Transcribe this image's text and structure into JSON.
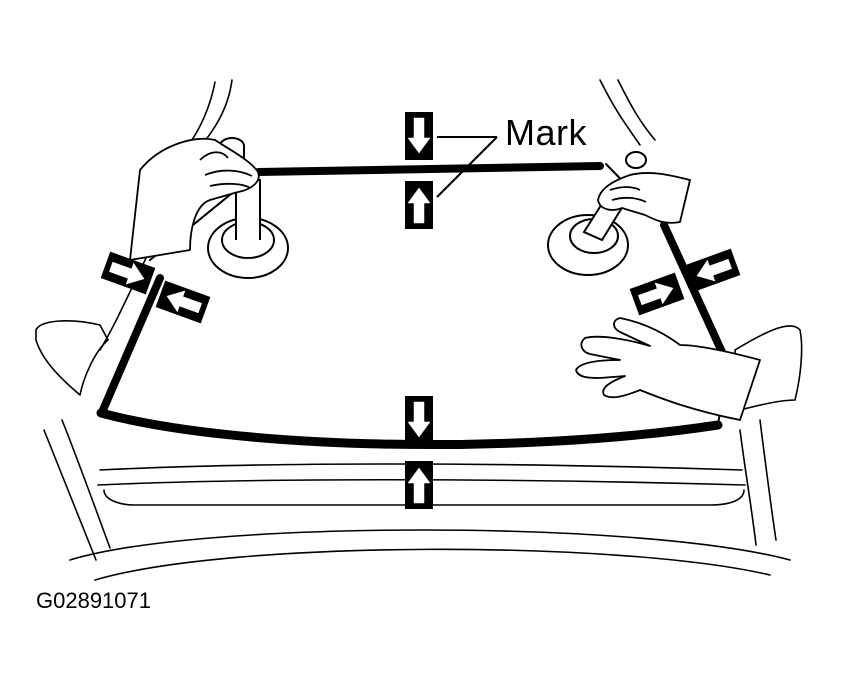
{
  "diagram": {
    "callout_label": "Mark",
    "figure_id": "G02891071",
    "colors": {
      "ink": "#000000",
      "paper": "#ffffff"
    },
    "markers": [
      {
        "name": "top-marker-down",
        "direction": "down"
      },
      {
        "name": "top-marker-up",
        "direction": "up"
      },
      {
        "name": "bottom-marker-down",
        "direction": "down"
      },
      {
        "name": "bottom-marker-up",
        "direction": "up"
      },
      {
        "name": "left-marker-outer",
        "direction": "right"
      },
      {
        "name": "left-marker-inner",
        "direction": "left"
      },
      {
        "name": "right-marker-inner",
        "direction": "right"
      },
      {
        "name": "right-marker-outer",
        "direction": "left"
      }
    ]
  }
}
